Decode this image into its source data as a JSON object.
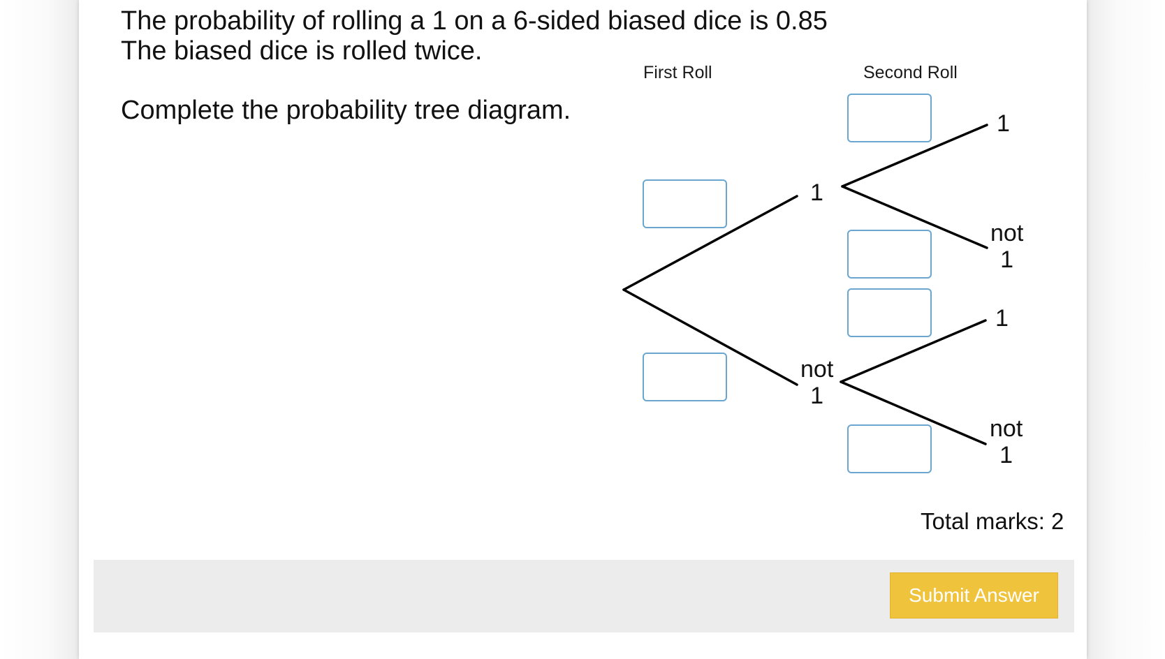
{
  "question": {
    "line1": "The probability of rolling a 1 on a 6-sided biased dice is 0.85",
    "line2": "The biased dice is rolled twice.",
    "instruction": "Complete the probability tree diagram."
  },
  "tree": {
    "first_roll_heading": "First Roll",
    "second_roll_heading": "Second Roll",
    "first_roll": [
      {
        "label_1": "1",
        "label_2": "",
        "value": ""
      },
      {
        "label_1": "not",
        "label_2": "1",
        "value": ""
      }
    ],
    "second_roll": [
      {
        "label_1": "1",
        "label_2": "",
        "value": ""
      },
      {
        "label_1": "not",
        "label_2": "1",
        "value": ""
      },
      {
        "label_1": "1",
        "label_2": "",
        "value": ""
      },
      {
        "label_1": "not",
        "label_2": "1",
        "value": ""
      }
    ]
  },
  "total_marks": "Total marks: 2",
  "submit_label": "Submit Answer",
  "colors": {
    "box_border": "#6aa6cf",
    "submit_bg": "#f0c33c",
    "footer_bg": "#ececec"
  }
}
